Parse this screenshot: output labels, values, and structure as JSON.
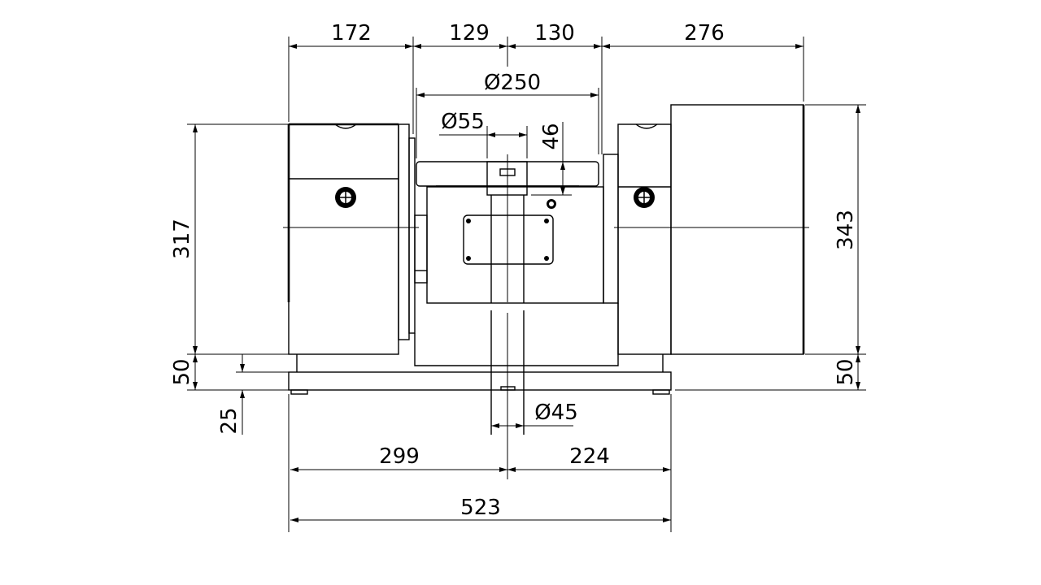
{
  "drawing": {
    "colors": {
      "line": "#000000",
      "background": "#ffffff"
    },
    "dimensions": {
      "top_left_motor": "172",
      "top_center_left": "129",
      "top_center_right": "130",
      "top_right_motor": "276",
      "wheel_diameter": "Ø250",
      "hub_diameter": "Ø55",
      "hub_height": "46",
      "left_height": "317",
      "left_base": "50",
      "foot_height": "25",
      "right_height": "343",
      "right_base": "50",
      "shaft_diameter": "Ø45",
      "bottom_left": "299",
      "bottom_right": "224",
      "overall_width": "523"
    }
  }
}
